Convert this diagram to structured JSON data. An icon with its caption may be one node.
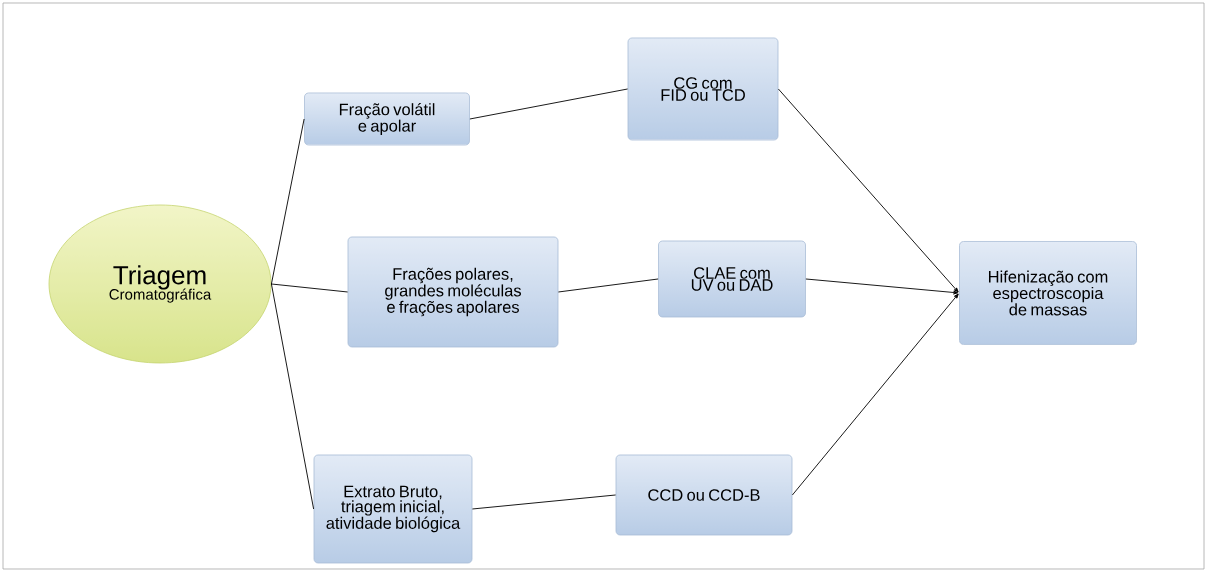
{
  "diagram": {
    "nodes": [
      {
        "text": [
          "Triagem",
          "Cromatográfica"
        ]
      },
      {
        "text": [
          "Fração volátil e apolar"
        ]
      },
      {
        "text": [
          "Frações polares, grandes moléculas e frações apolares"
        ]
      },
      {
        "text": [
          "Extrato Bruto, triagem inicial, atividade biológica"
        ]
      },
      {
        "text": [
          "CG com FID ou TCD"
        ]
      },
      {
        "text": [
          "CLAE com UV ou DAD"
        ]
      },
      {
        "text": [
          "CCD ou CCD-B"
        ]
      },
      {
        "text": [
          "Hifenização com espectroscopia de massas"
        ]
      }
    ],
    "edges": [
      {
        "from": 0,
        "to": 1,
        "arrow": "none"
      },
      {
        "from": 0,
        "to": 2,
        "arrow": "none"
      },
      {
        "from": 0,
        "to": 3,
        "arrow": "none"
      },
      {
        "from": 1,
        "to": 4,
        "arrow": "none"
      },
      {
        "from": 2,
        "to": 5,
        "arrow": "none"
      },
      {
        "from": 3,
        "to": 6,
        "arrow": "none"
      },
      {
        "from": 4,
        "to": 7,
        "arrow": "to"
      },
      {
        "from": 5,
        "to": 7,
        "arrow": "to"
      },
      {
        "from": 6,
        "to": 7,
        "arrow": "to"
      }
    ]
  }
}
